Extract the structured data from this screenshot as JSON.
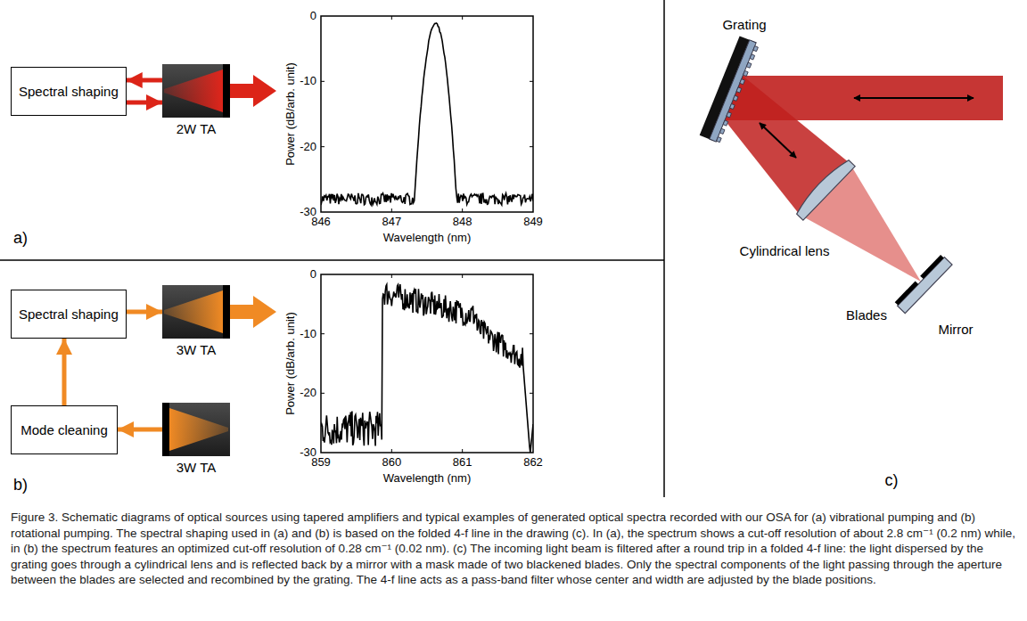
{
  "diagram": {
    "caption": "Figure 3. Schematic diagrams of optical sources using tapered amplifiers and typical examples of generated optical spectra recorded with our OSA for (a) vibrational pumping and (b) rotational pumping. The spectral shaping used in (a) and (b) is based on the folded 4-f line in the drawing (c). In (a), the spectrum shows a cut-off resolution of about 2.8 cm⁻¹ (0.2 nm) while, in (b) the spectrum features an optimized cut-off resolution of 0.28 cm⁻¹ (0.02 nm). (c) The incoming light beam is filtered after a round trip in a folded 4-f line: the light dispersed by the grating goes through a cylindrical lens and is reflected back by a mirror with a mask made of two blackened blades. Only the spectral components of the light passing through the aperture between the blades are selected and recombined by the grating. The 4-f line acts as a pass-band filter whose center and width are adjusted by the blade positions.",
    "nodes": [
      {
        "text": [
          "Spectral shaping"
        ]
      },
      {
        "text": [
          "2W TA"
        ]
      },
      {
        "text": [
          "Spectral shaping"
        ]
      },
      {
        "text": [
          "3W TA"
        ]
      },
      {
        "text": [
          "Mode cleaning"
        ]
      },
      {
        "text": [
          "3W TA"
        ]
      }
    ],
    "edges": [
      {
        "from": 1,
        "to": 0,
        "arrow": "to"
      },
      {
        "from": 0,
        "to": 1,
        "arrow": "to"
      },
      {
        "from": 5,
        "to": 4,
        "arrow": "to"
      },
      {
        "from": 4,
        "to": 2,
        "arrow": "to"
      },
      {
        "from": 2,
        "to": 3,
        "arrow": "to"
      }
    ],
    "labels": [
      "0",
      "-10",
      "-20",
      "-30",
      "846",
      "847",
      "848",
      "849",
      "Wavelength (nm)",
      "Power (dB/arb. unit)",
      "a)",
      "0",
      "-10",
      "-20",
      "-30",
      "859",
      "860",
      "861",
      "862",
      "Wavelength (nm)",
      "Power (dB/arb. unit)",
      "b)",
      "Grating",
      "Cylindrical lens",
      "Blades",
      "Mirror",
      "c)"
    ]
  }
}
